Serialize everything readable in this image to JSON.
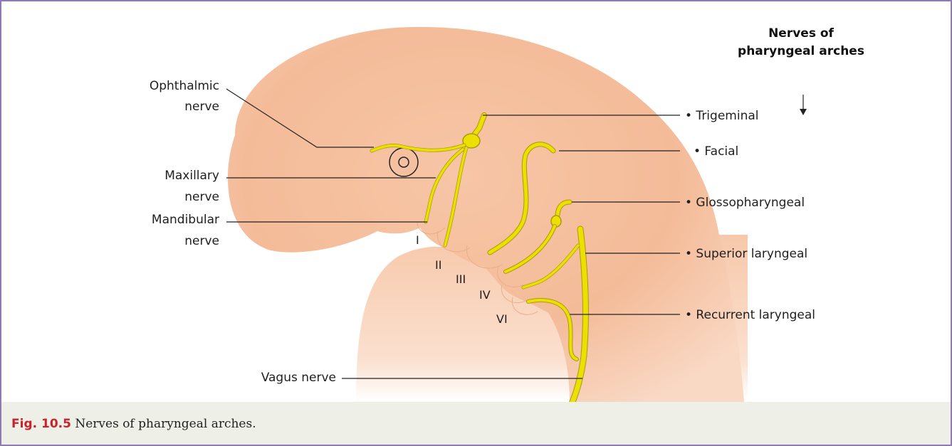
{
  "header": {
    "line1": "Nerves of",
    "line2": "pharyngeal arches"
  },
  "left_labels": {
    "ophthalmic_1": "Ophthalmic",
    "ophthalmic_2": "nerve",
    "maxillary_1": "Maxillary",
    "maxillary_2": "nerve",
    "mandibular_1": "Mandibular",
    "mandibular_2": "nerve",
    "vagus": "Vagus nerve"
  },
  "right_labels": {
    "trigeminal": "• Trigeminal",
    "facial": "• Facial",
    "glossopharyngeal": "• Glossopharyngeal",
    "superior_laryngeal": "• Superior laryngeal",
    "recurrent_laryngeal": "• Recurrent laryngeal"
  },
  "arches": {
    "i": "I",
    "ii": "II",
    "iii": "III",
    "iv": "IV",
    "vi": "VI"
  },
  "caption": {
    "number": "Fig. 10.5",
    "text": "Nerves of pharyngeal arches."
  },
  "colors": {
    "nerve": "#ece000",
    "nerve_outline": "#a89a10",
    "embryo": "#f6c3a2",
    "frame": "#8e7bb3",
    "caption_bg": "#eef0e8",
    "fig_number": "#c8232c"
  }
}
